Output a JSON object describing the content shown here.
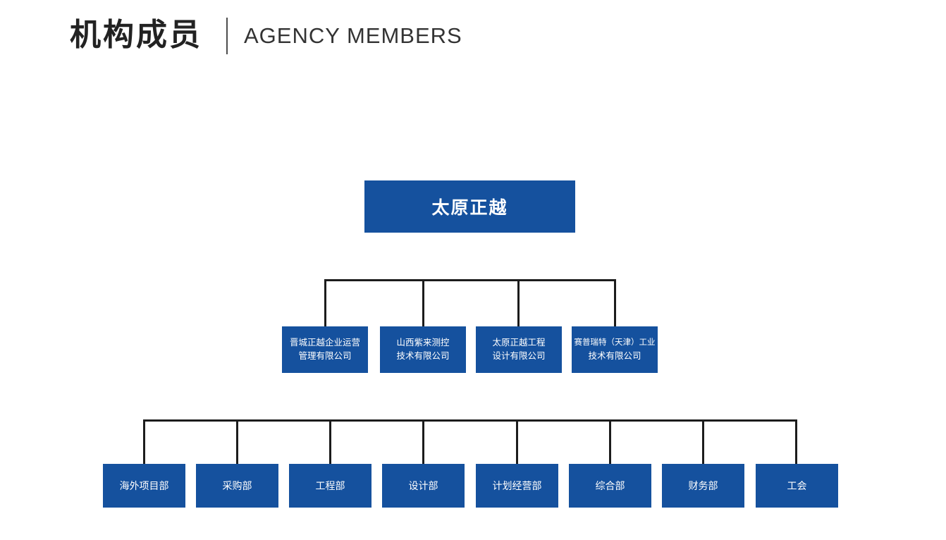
{
  "header": {
    "title_zh": "机构成员",
    "title_en": "AGENCY MEMBERS"
  },
  "colors": {
    "node_blue": "#15519E",
    "connector_black": "#1C1C1C",
    "title_text": "#222222",
    "node_text": "#FFFFFF"
  },
  "org": {
    "root": {
      "label": "太原正越"
    },
    "subsidiaries": [
      {
        "lines": [
          "晋城正越企业运营",
          "管理有限公司"
        ]
      },
      {
        "lines": [
          "山西紫来测控",
          "技术有限公司"
        ]
      },
      {
        "lines": [
          "太原正越工程",
          "设计有限公司"
        ]
      },
      {
        "lines": [
          "赛普瑞特（天津）工业",
          "技术有限公司"
        ]
      }
    ],
    "departments": [
      {
        "label": "海外项目部"
      },
      {
        "label": "采购部"
      },
      {
        "label": "工程部"
      },
      {
        "label": "设计部"
      },
      {
        "label": "计划经营部"
      },
      {
        "label": "综合部"
      },
      {
        "label": "财务部"
      },
      {
        "label": "工会"
      }
    ]
  }
}
